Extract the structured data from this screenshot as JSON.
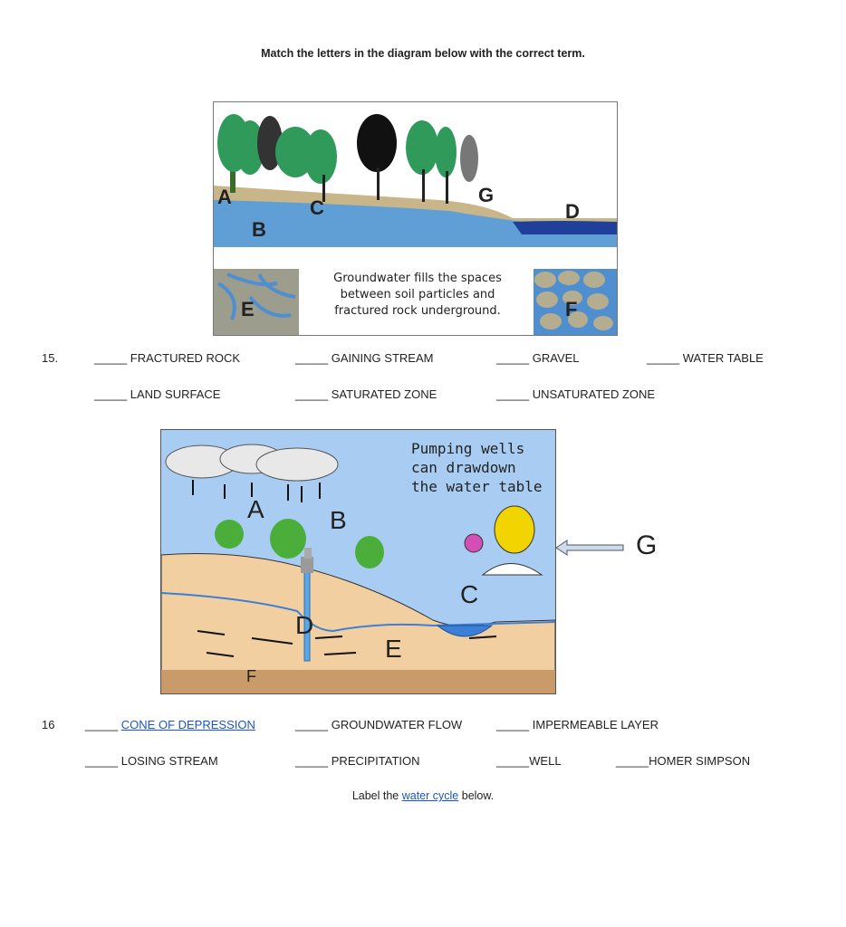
{
  "heading": "Match the letters in the diagram below with the correct term.",
  "diagram1": {
    "letters": [
      "A",
      "B",
      "C",
      "D",
      "E",
      "F",
      "G"
    ],
    "caption_lines": [
      "Groundwater fills the spaces",
      "between soil particles and",
      "fractured rock underground."
    ]
  },
  "q15": {
    "number": "15.",
    "row1": [
      "_____ FRACTURED ROCK",
      "_____ GAINING STREAM",
      "_____ GRAVEL",
      "_____ WATER TABLE"
    ],
    "row2": [
      "_____ LAND SURFACE",
      "_____ SATURATED ZONE",
      "_____ UNSATURATED ZONE"
    ]
  },
  "diagram2": {
    "caption_lines": [
      "Pumping wells",
      "can drawdown",
      "the water table"
    ],
    "letters": [
      "A",
      "B",
      "C",
      "D",
      "E",
      "F",
      "G"
    ]
  },
  "q16": {
    "number": "16",
    "row1": {
      "blank1": "_____",
      "link1": "CONE OF DEPRESSION",
      "item2": "_____ GROUNDWATER FLOW",
      "item3": "_____ IMPERMEABLE LAYER"
    },
    "row2": [
      "_____ LOSING STREAM",
      "_____ PRECIPITATION",
      "_____WELL",
      "_____HOMER SIMPSON"
    ]
  },
  "footer": {
    "prefix": "Label the ",
    "link": "water cycle",
    "suffix": " below."
  },
  "colors": {
    "link": "#1a55c8",
    "sky": "#a9cdf2",
    "soil": "#f2cfa0",
    "water": "#3b7fd6",
    "impermeable": "#c99a6a"
  }
}
